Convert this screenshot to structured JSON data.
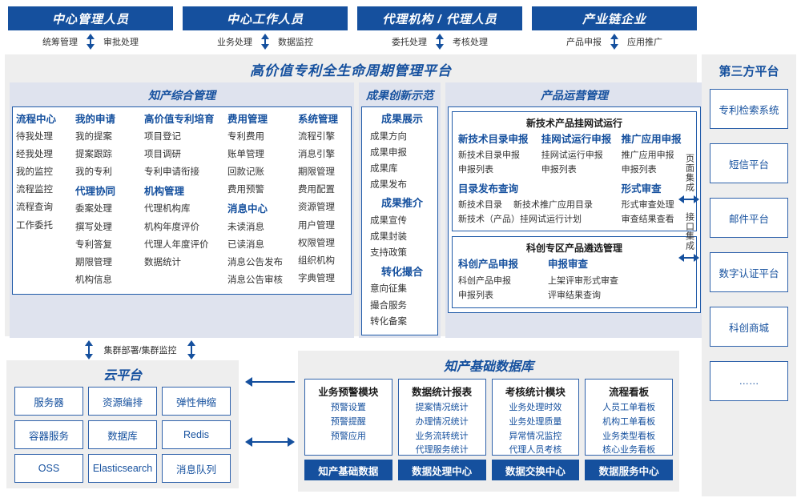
{
  "actors": [
    {
      "title": "中心管理人员",
      "left": "统筹管理",
      "right": "审批处理"
    },
    {
      "title": "中心工作人员",
      "left": "业务处理",
      "right": "数据监控"
    },
    {
      "title": "代理机构 / 代理人员",
      "left": "委托处理",
      "right": "考核处理"
    },
    {
      "title": "产业链企业",
      "left": "产品申报",
      "right": "应用推广"
    }
  ],
  "platform": {
    "title": "高价值专利全生命周期管理平台",
    "ip_group": {
      "title": "知产综合管理",
      "columns": [
        {
          "sections": [
            {
              "header": "流程中心",
              "items": [
                "待我处理",
                "经我处理",
                "我的监控",
                "流程监控",
                "流程查询",
                "工作委托"
              ]
            }
          ]
        },
        {
          "sections": [
            {
              "header": "我的申请",
              "items": [
                "我的提案",
                "提案跟踪",
                "我的专利"
              ]
            },
            {
              "header": "代理协同",
              "items": [
                "委案处理",
                "撰写处理",
                "专利答复",
                "期限管理",
                "机构信息"
              ]
            }
          ]
        },
        {
          "sections": [
            {
              "header": "高价值专利培育",
              "items": [
                "项目登记",
                "项目调研",
                "专利申请衔接"
              ]
            },
            {
              "header": "机构管理",
              "items": [
                "代理机构库",
                "机构年度评价",
                "代理人年度评价",
                "数据统计"
              ]
            }
          ]
        },
        {
          "sections": [
            {
              "header": "费用管理",
              "items": [
                "专利费用",
                "账单管理",
                "回款记账",
                "费用预警"
              ]
            },
            {
              "header": "消息中心",
              "items": [
                "未读消息",
                "已读消息",
                "消息公告发布",
                "消息公告审核"
              ]
            }
          ]
        },
        {
          "sections": [
            {
              "header": "系统管理",
              "items": [
                "流程引擎",
                "消息引擎",
                "期限管理",
                "费用配置",
                "资源管理",
                "用户管理",
                "权限管理",
                "组织机构",
                "字典管理"
              ]
            }
          ]
        }
      ]
    },
    "achievement_group": {
      "title": "成果创新示范",
      "sections": [
        {
          "header": "成果展示",
          "items": [
            "成果方向",
            "成果申报",
            "成果库",
            "成果发布"
          ]
        },
        {
          "header": "成果推介",
          "items": [
            "成果宣传",
            "成果封装",
            "支持政策"
          ]
        },
        {
          "header": "转化撮合",
          "items": [
            "意向征集",
            "撮合服务",
            "转化备案"
          ]
        }
      ]
    },
    "product_group": {
      "title": "产品运营管理",
      "sub_boxes": [
        {
          "title": "新技术产品挂网试运行",
          "row1": [
            {
              "header": "新技术目录申报",
              "items": [
                "新技术目录申报",
                "申报列表"
              ]
            },
            {
              "header": "挂网试运行申报",
              "items": [
                "挂网试运行申报",
                "申报列表"
              ]
            },
            {
              "header": "推广应用申报",
              "items": [
                "推广应用申报",
                "申报列表"
              ]
            }
          ],
          "row2": [
            {
              "header": "目录发布查询",
              "items_inline": [
                "新技术目录",
                "新技术推广应用目录"
              ],
              "items": [
                "新技术（产品）挂网试运行计划"
              ]
            },
            {
              "header": "形式审查",
              "items": [
                "形式审查处理",
                "审查结果查看"
              ]
            }
          ]
        },
        {
          "title": "科创专区产品遴选管理",
          "row3": [
            {
              "header": "科创产品申报",
              "items": [
                "科创产品申报",
                "申报列表"
              ]
            },
            {
              "header": "申报审查",
              "items": [
                "上架评审形式审查",
                "评审结果查询"
              ]
            }
          ]
        }
      ]
    }
  },
  "integration": {
    "items": [
      "页面集成",
      "接口集成"
    ]
  },
  "third_party": {
    "title": "第三方平台",
    "items": [
      "专利检索系统",
      "短信平台",
      "邮件平台",
      "数字认证平台",
      "科创商城",
      "……"
    ]
  },
  "cluster": {
    "label": "集群部署/集群监控"
  },
  "cloud": {
    "title": "云平台",
    "cells": [
      "服务器",
      "资源编排",
      "弹性伸缩",
      "容器服务",
      "数据库",
      "Redis",
      "OSS",
      "Elasticsearch",
      "消息队列"
    ]
  },
  "database": {
    "title": "知产基础数据库",
    "columns": [
      {
        "header": "业务预警模块",
        "items": [
          "预警设置",
          "预警提醒",
          "预警应用"
        ],
        "footer": "知产基础数据"
      },
      {
        "header": "数据统计报表",
        "items": [
          "提案情况统计",
          "办理情况统计",
          "业务流转统计",
          "代理服务统计"
        ],
        "footer": "数据处理中心"
      },
      {
        "header": "考核统计模块",
        "items": [
          "业务处理时效",
          "业务处理质量",
          "异常情况监控",
          "代理人员考核"
        ],
        "footer": "数据交换中心"
      },
      {
        "header": "流程看板",
        "items": [
          "人员工单看板",
          "机构工单看板",
          "业务类型看板",
          "核心业务看板"
        ],
        "footer": "数据服务中心"
      }
    ]
  },
  "colors": {
    "brand": "#15509e",
    "panel": "#dfe3ee",
    "surface": "#eeeeee",
    "border": "#2f62ab"
  }
}
